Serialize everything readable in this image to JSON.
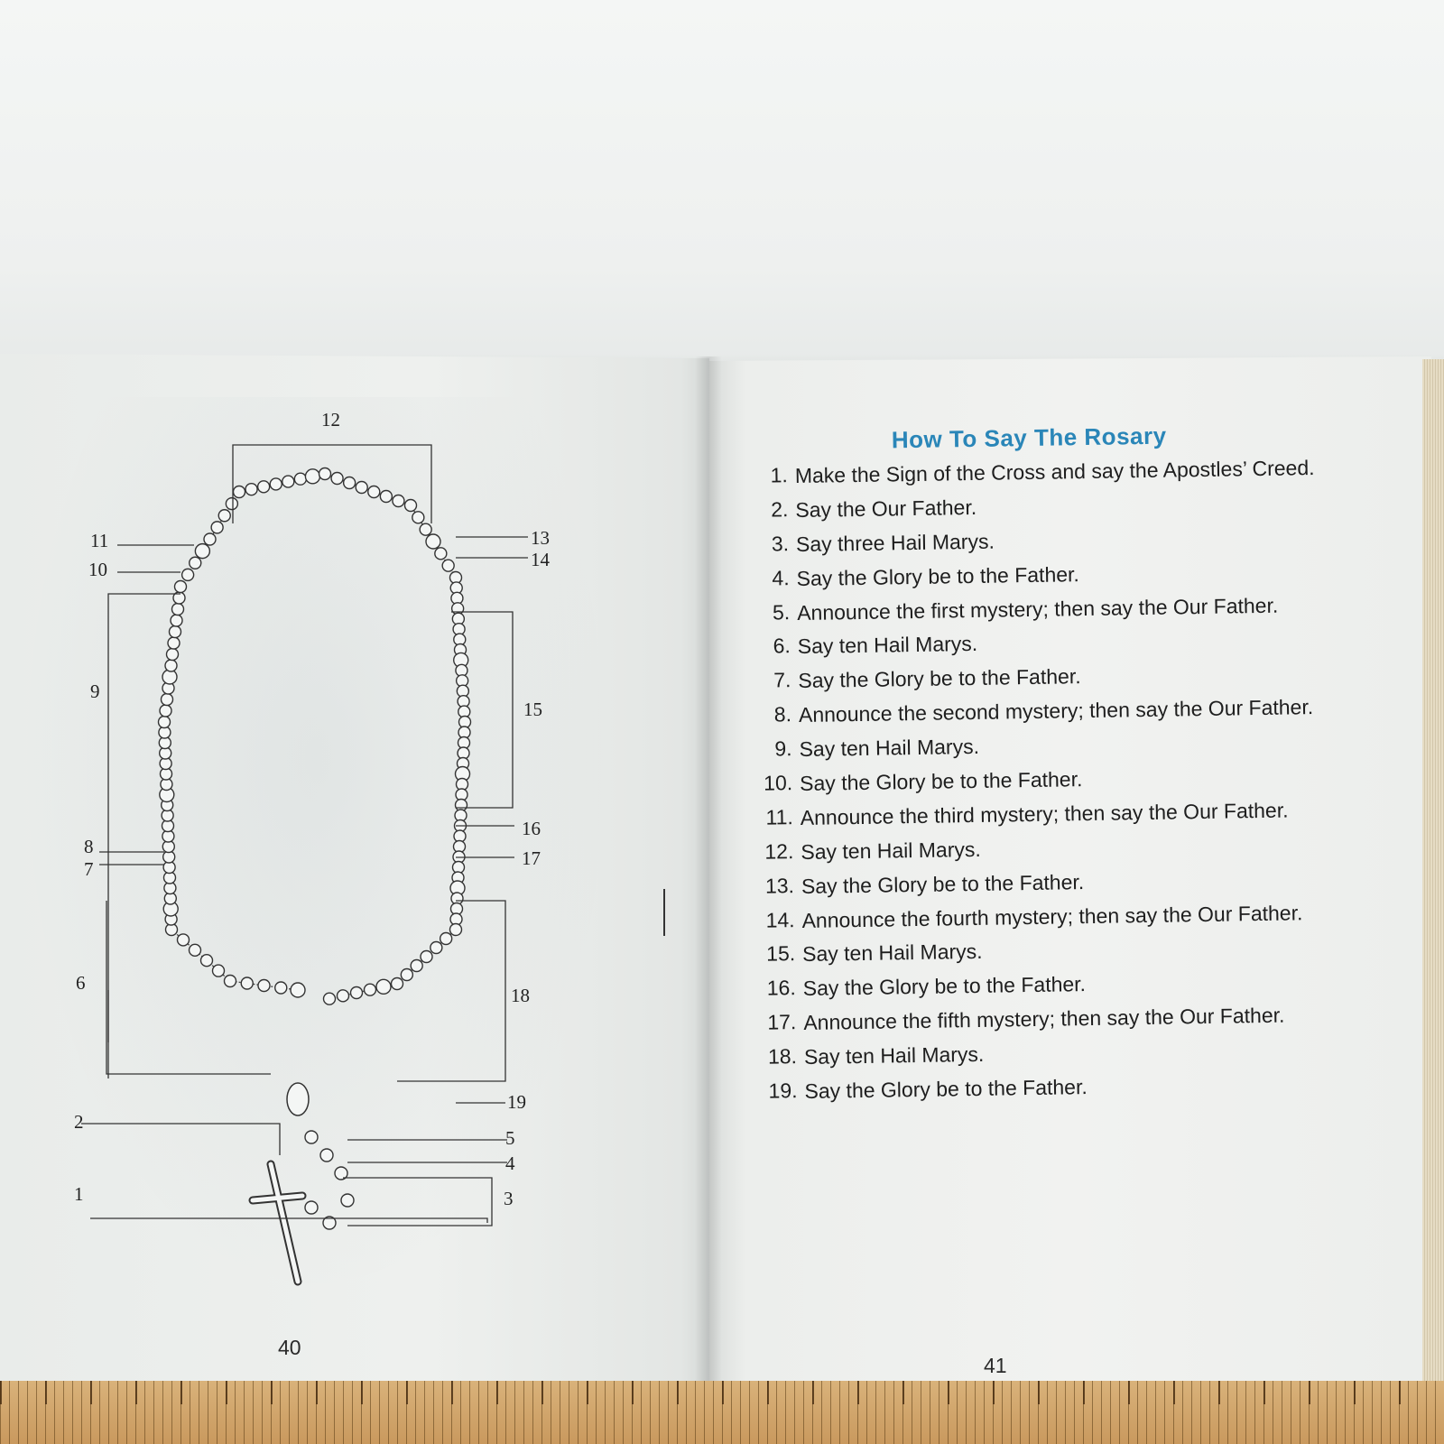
{
  "left_page": {
    "page_number": "40",
    "diagram_labels": [
      "1",
      "2",
      "3",
      "4",
      "5",
      "6",
      "7",
      "8",
      "9",
      "10",
      "11",
      "12",
      "13",
      "14",
      "15",
      "16",
      "17",
      "18",
      "19"
    ]
  },
  "right_page": {
    "title": "How To Say The Rosary",
    "page_number": "41",
    "steps": [
      {
        "number": "1.",
        "text": "Make the Sign of the Cross and say the Apostles’ Creed."
      },
      {
        "number": "2.",
        "text": "Say the Our Father."
      },
      {
        "number": "3.",
        "text": "Say three Hail Marys."
      },
      {
        "number": "4.",
        "text": "Say the Glory be to the Father."
      },
      {
        "number": "5.",
        "text": "Announce the first mystery; then say the Our Father."
      },
      {
        "number": "6.",
        "text": "Say ten Hail Marys."
      },
      {
        "number": "7.",
        "text": "Say the Glory be to the Father."
      },
      {
        "number": "8.",
        "text": "Announce the second mystery; then say the Our Father."
      },
      {
        "number": "9.",
        "text": "Say ten Hail Marys."
      },
      {
        "number": "10.",
        "text": "Say the Glory be to the Father."
      },
      {
        "number": "11.",
        "text": "Announce the third mystery; then say the Our Father."
      },
      {
        "number": "12.",
        "text": "Say ten Hail Marys."
      },
      {
        "number": "13.",
        "text": "Say the Glory be to the Father."
      },
      {
        "number": "14.",
        "text": "Announce the fourth mystery; then say the Our Father."
      },
      {
        "number": "15.",
        "text": "Say ten Hail Marys."
      },
      {
        "number": "16.",
        "text": "Say the Glory be to the Father."
      },
      {
        "number": "17.",
        "text": "Announce the fifth mystery; then say the Our Father."
      },
      {
        "number": "18.",
        "text": "Say ten Hail Marys."
      },
      {
        "number": "19.",
        "text": "Say the Glory be to the Father."
      }
    ]
  },
  "colors": {
    "title": "#2a86b8",
    "text": "#1e1e1e",
    "page": "#eef0ee",
    "ruler": "#d2a66c"
  }
}
